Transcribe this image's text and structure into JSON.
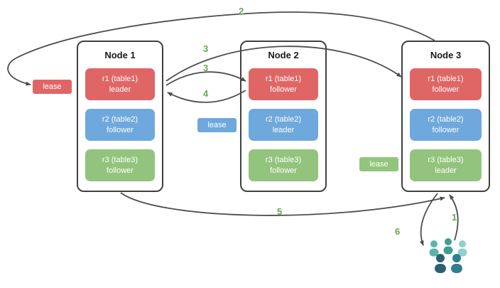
{
  "diagram": {
    "nodes": [
      {
        "title": "Node 1",
        "replicas": [
          {
            "label": "r1 (table1)",
            "role": "leader"
          },
          {
            "label": "r2 (table2)",
            "role": "follower"
          },
          {
            "label": "r3 (table3)",
            "role": "follower"
          }
        ]
      },
      {
        "title": "Node 2",
        "replicas": [
          {
            "label": "r1 (table1)",
            "role": "follower"
          },
          {
            "label": "r2 (table2)",
            "role": "leader"
          },
          {
            "label": "r3 (table3)",
            "role": "follower"
          }
        ]
      },
      {
        "title": "Node 3",
        "replicas": [
          {
            "label": "r1 (table1)",
            "role": "follower"
          },
          {
            "label": "r2 (table2)",
            "role": "follower"
          },
          {
            "label": "r3 (table3)",
            "role": "leader"
          }
        ]
      }
    ],
    "leases": [
      {
        "label": "lease",
        "color": "#e06666"
      },
      {
        "label": "lease",
        "color": "#6fa8dc"
      },
      {
        "label": "lease",
        "color": "#93c47d"
      }
    ],
    "steps": {
      "s1": "1",
      "s2": "2",
      "s3a": "3",
      "s3b": "3",
      "s4": "4",
      "s5": "5",
      "s6": "6"
    },
    "colors": {
      "replica_red": "#e06666",
      "replica_blue": "#6fa8dc",
      "replica_green": "#93c47d",
      "node_border": "#404040",
      "arrow": "#4d4d4d",
      "step_label": "#6aa84f",
      "users_teal_light": "#8fd0c8",
      "users_teal": "#5eb3a9",
      "users_dark": "#2c5f74"
    }
  }
}
